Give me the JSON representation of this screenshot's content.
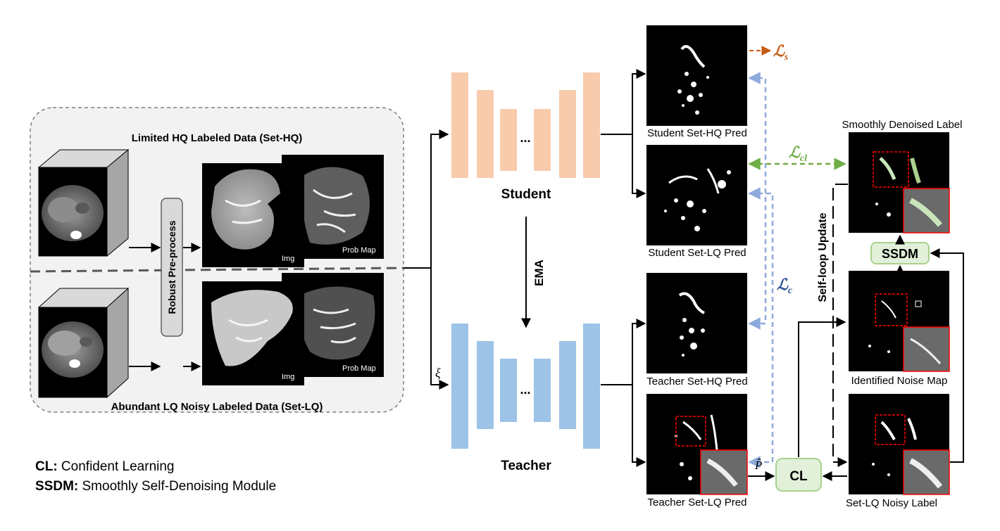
{
  "colors": {
    "student": "#f8cbad",
    "teacher": "#9dc3e6",
    "module_fill": "#e2f0d9",
    "module_stroke": "#a9d18e",
    "loss_s": "#c55a11",
    "loss_c": "#8faadc",
    "loss_cl": "#70ad47",
    "crop_box": "#ff0000"
  },
  "input_panel": {
    "hq_title": "Limited HQ Labeled Data (Set-HQ)",
    "lq_title": "Abundant LQ Noisy Labeled Data (Set-LQ)",
    "preprocess_label": "Robust Pre-process",
    "img_label": "Img",
    "prob_label": "Prob Map"
  },
  "networks": {
    "student_label": "Student",
    "teacher_label": "Teacher",
    "ema_label": "EMA",
    "dots": "...",
    "noise_symbol": "ξ"
  },
  "predictions": {
    "student_hq": "Student Set-HQ Pred",
    "student_lq": "Student Set-LQ Pred",
    "teacher_hq": "Teacher Set-HQ Pred",
    "teacher_lq": "Teacher Set-LQ Pred"
  },
  "right_column": {
    "denoised": "Smoothly Denoised Label",
    "noise_map": "Identified Noise Map",
    "noisy_label": "Set-LQ Noisy Label",
    "self_loop": "Self-loop Update"
  },
  "modules": {
    "cl": "CL",
    "ssdm": "SSDM",
    "p_hat": "P̂"
  },
  "losses": {
    "ls_main": "ℒ",
    "ls_sub": "s",
    "lc_main": "ℒ",
    "lc_sub": "c",
    "lcl_main": "ℒ",
    "lcl_sub": "cl"
  },
  "legend": {
    "cl_key": "CL:",
    "cl_desc": " Confident Learning",
    "ssdm_key": "SSDM:",
    "ssdm_desc": " Smoothly Self-Denoising Module"
  }
}
